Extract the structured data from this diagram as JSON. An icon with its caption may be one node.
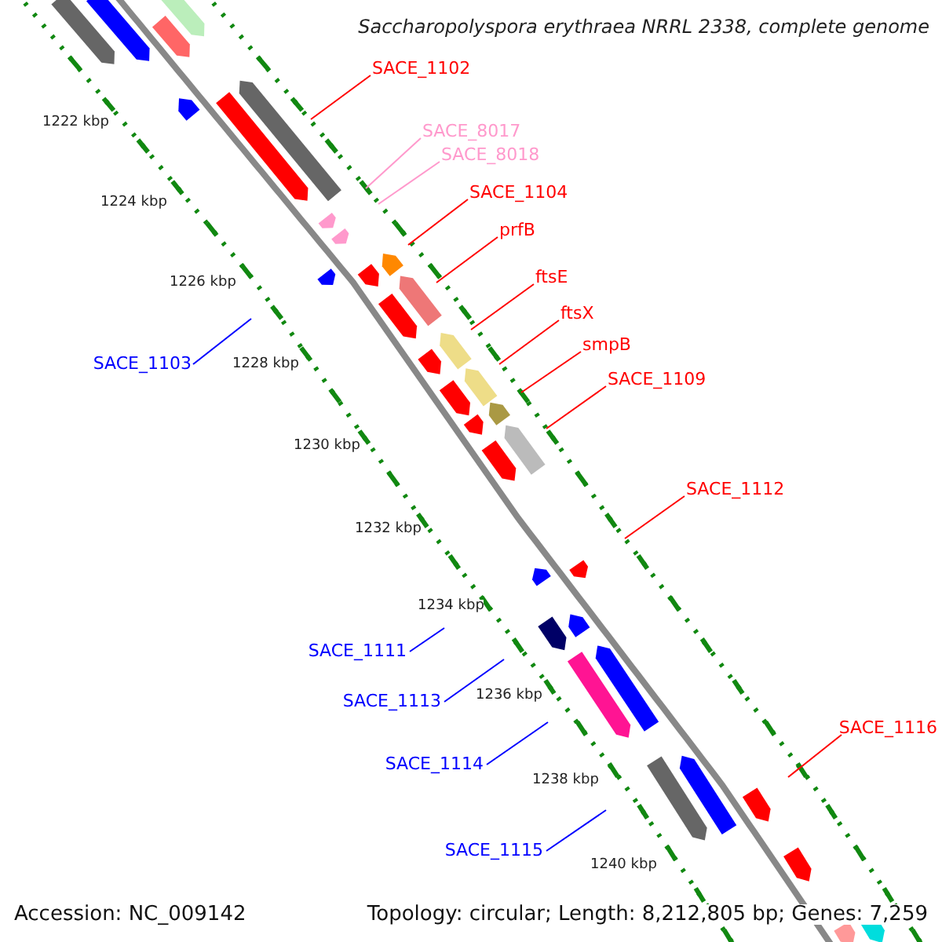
{
  "diagram": {
    "title": "Saccharopolyspora erythraea NRRL 2338, complete genome",
    "nodes": [
      {
        "text": [
          "SACE_1102"
        ]
      },
      {
        "text": [
          "SACE_8017"
        ]
      },
      {
        "text": [
          "SACE_8018"
        ]
      },
      {
        "text": [
          "SACE_1104"
        ]
      },
      {
        "text": [
          "prfB"
        ]
      },
      {
        "text": [
          "ftsE"
        ]
      },
      {
        "text": [
          "ftsX"
        ]
      },
      {
        "text": [
          "smpB"
        ]
      },
      {
        "text": [
          "SACE_1103"
        ]
      },
      {
        "text": [
          "SACE_1109"
        ]
      },
      {
        "text": [
          "SACE_1112"
        ]
      },
      {
        "text": [
          "SACE_1111"
        ]
      },
      {
        "text": [
          "SACE_1113"
        ]
      },
      {
        "text": [
          "SACE_1116"
        ]
      },
      {
        "text": [
          "SACE_1114"
        ]
      },
      {
        "text": [
          "SACE_1115"
        ]
      }
    ],
    "edges": [
      {
        "from": 0,
        "to": null,
        "arrow": "none"
      },
      {
        "from": 1,
        "to": null,
        "arrow": "none",
        "color": "#ff99cc"
      },
      {
        "from": 2,
        "to": null,
        "arrow": "none",
        "color": "#ff99cc"
      },
      {
        "from": 3,
        "to": null,
        "arrow": "none"
      },
      {
        "from": 4,
        "to": null,
        "arrow": "none"
      },
      {
        "from": 5,
        "to": null,
        "arrow": "none"
      },
      {
        "from": 6,
        "to": null,
        "arrow": "none"
      },
      {
        "from": 7,
        "to": null,
        "arrow": "none"
      },
      {
        "from": 8,
        "to": null,
        "arrow": "none",
        "color": "#0000ff"
      },
      {
        "from": 9,
        "to": null,
        "arrow": "none"
      },
      {
        "from": 10,
        "to": null,
        "arrow": "none"
      },
      {
        "from": 11,
        "to": null,
        "arrow": "none",
        "color": "#0000ff"
      },
      {
        "from": 12,
        "to": null,
        "arrow": "none",
        "color": "#0000ff"
      },
      {
        "from": 13,
        "to": null,
        "arrow": "none"
      },
      {
        "from": 14,
        "to": null,
        "arrow": "none",
        "color": "#0000ff"
      },
      {
        "from": 15,
        "to": null,
        "arrow": "none",
        "color": "#0000ff"
      }
    ],
    "labels": [
      "1222 kbp",
      "1224 kbp",
      "1226 kbp",
      "1228 kbp",
      "1230 kbp",
      "1232 kbp",
      "1234 kbp",
      "1236 kbp",
      "1238 kbp",
      "1240 kbp",
      "Accession: NC_009142",
      "Topology: circular; Length: 8,212,805 bp; Genes: 7,259"
    ]
  }
}
